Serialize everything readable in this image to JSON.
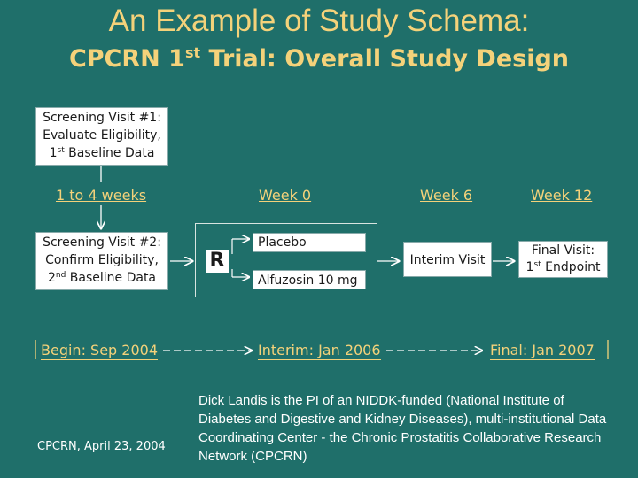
{
  "title": "An Example of Study Schema:",
  "subtitle": {
    "prefix": "CPCRN 1",
    "sup": "st",
    "suffix": " Trial: Overall Study Design"
  },
  "screening1": {
    "line1": "Screening Visit #1:",
    "line2": "Evaluate Eligibility,",
    "line3_prefix": "1",
    "line3_sup": "st",
    "line3_suffix": " Baseline Data"
  },
  "screening2": {
    "line1": "Screening Visit #2:",
    "line2": "Confirm Eligibility,",
    "line3_prefix": "2",
    "line3_sup": "nd",
    "line3_suffix": " Baseline Data"
  },
  "randomization": {
    "symbol": "R",
    "arms": [
      "Placebo",
      "Alfuzosin 10 mg"
    ]
  },
  "interim_visit": "Interim Visit",
  "final_visit": {
    "line1": "Final Visit:",
    "line2_prefix": "1",
    "line2_sup": "st",
    "line2_suffix": " Endpoint"
  },
  "timeline_labels": [
    "1 to 4 weeks",
    "Week 0",
    "Week 6",
    "Week 12"
  ],
  "dates": [
    "Begin: Sep 2004",
    "Interim: Jan 2006",
    "Final: Jan 2007"
  ],
  "colors": {
    "background": "#1f6f6a",
    "accent": "#f4d27a",
    "box": "#ffffff"
  },
  "footer": {
    "left": "CPCRN, April 23, 2004",
    "right": "Dick Landis is the PI of an NIDDK-funded (National Institute of Diabetes and Digestive and Kidney Diseases), multi-institutional Data Coordinating Center - the Chronic Prostatitis Collaborative Research Network (CPCRN)"
  }
}
